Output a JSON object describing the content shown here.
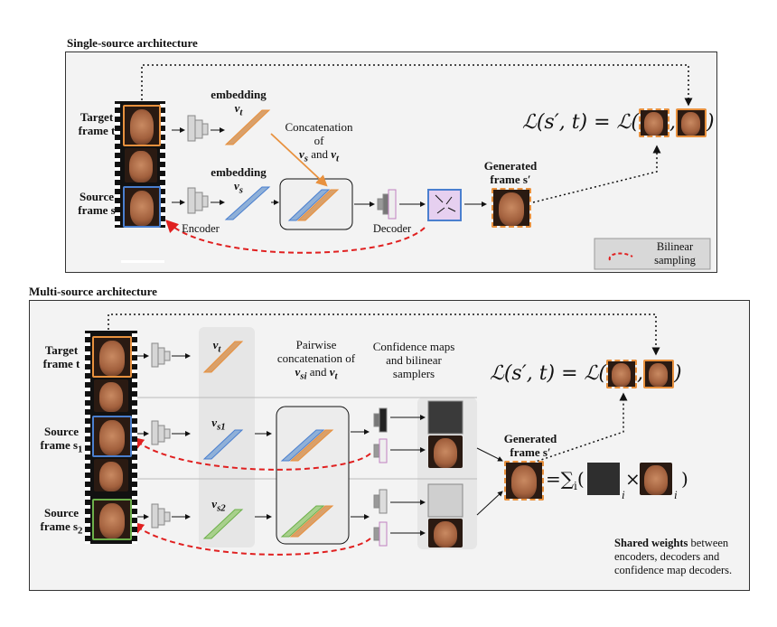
{
  "single": {
    "title": "Single-source architecture",
    "target_label_1": "Target",
    "target_label_2": "frame t",
    "source_label_1": "Source",
    "source_label_2": "frame s",
    "embedding_t_1": "embedding",
    "embedding_t_2": "v",
    "embedding_t_sub": "t",
    "embedding_s_1": "embedding",
    "embedding_s_2": "v",
    "embedding_s_sub": "s",
    "concat_1": "Concatenation",
    "concat_2": "of",
    "concat_3": "and",
    "concat_vs": "v",
    "concat_vs_sub": "s",
    "concat_vt": "v",
    "concat_vt_sub": "t",
    "encoder": "Encoder",
    "decoder": "Decoder",
    "generated_1": "Generated",
    "generated_2": "frame s′",
    "loss": "ℒ(s′, t) = ℒ(",
    "loss_comma": ",",
    "loss_close": ")",
    "legend_1": "Bilinear",
    "legend_2": "sampling"
  },
  "multi": {
    "title": "Multi-source architecture",
    "target_label_1": "Target",
    "target_label_2": "frame t",
    "source1_label_1": "Source",
    "source1_label_2": "frame s",
    "source1_sub": "1",
    "source2_label_1": "Source",
    "source2_label_2": "frame s",
    "source2_sub": "2",
    "vt": "v",
    "vt_sub": "t",
    "vs1": "v",
    "vs1_sub": "s1",
    "vs2": "v",
    "vs2_sub": "s2",
    "pairwise_1": "Pairwise",
    "pairwise_2": "concatenation of",
    "pairwise_3": "and",
    "pairwise_vsi": "v",
    "pairwise_vsi_sub": "si",
    "pairwise_vt": "v",
    "pairwise_vt_sub": "t",
    "confidence_1": "Confidence maps",
    "confidence_2": "and bilinear",
    "confidence_3": "samplers",
    "generated_1": "Generated",
    "generated_2": "frame s′",
    "loss": "ℒ(s′, t) = ℒ(",
    "loss_comma": ",",
    "loss_close": ")",
    "sum": "=∑",
    "sum_sub": "i",
    "times": "×",
    "i": "i",
    "shared_bold": "Shared weights",
    "shared_1": " between",
    "shared_2": "encoders, decoders and",
    "shared_3": "confidence map decoders."
  },
  "colors": {
    "target": "#e8913e",
    "source": "#4a7fcf",
    "source2": "#6cb04a",
    "arrow_red": "#e02020",
    "panel_bg": "#f3f3f3"
  }
}
